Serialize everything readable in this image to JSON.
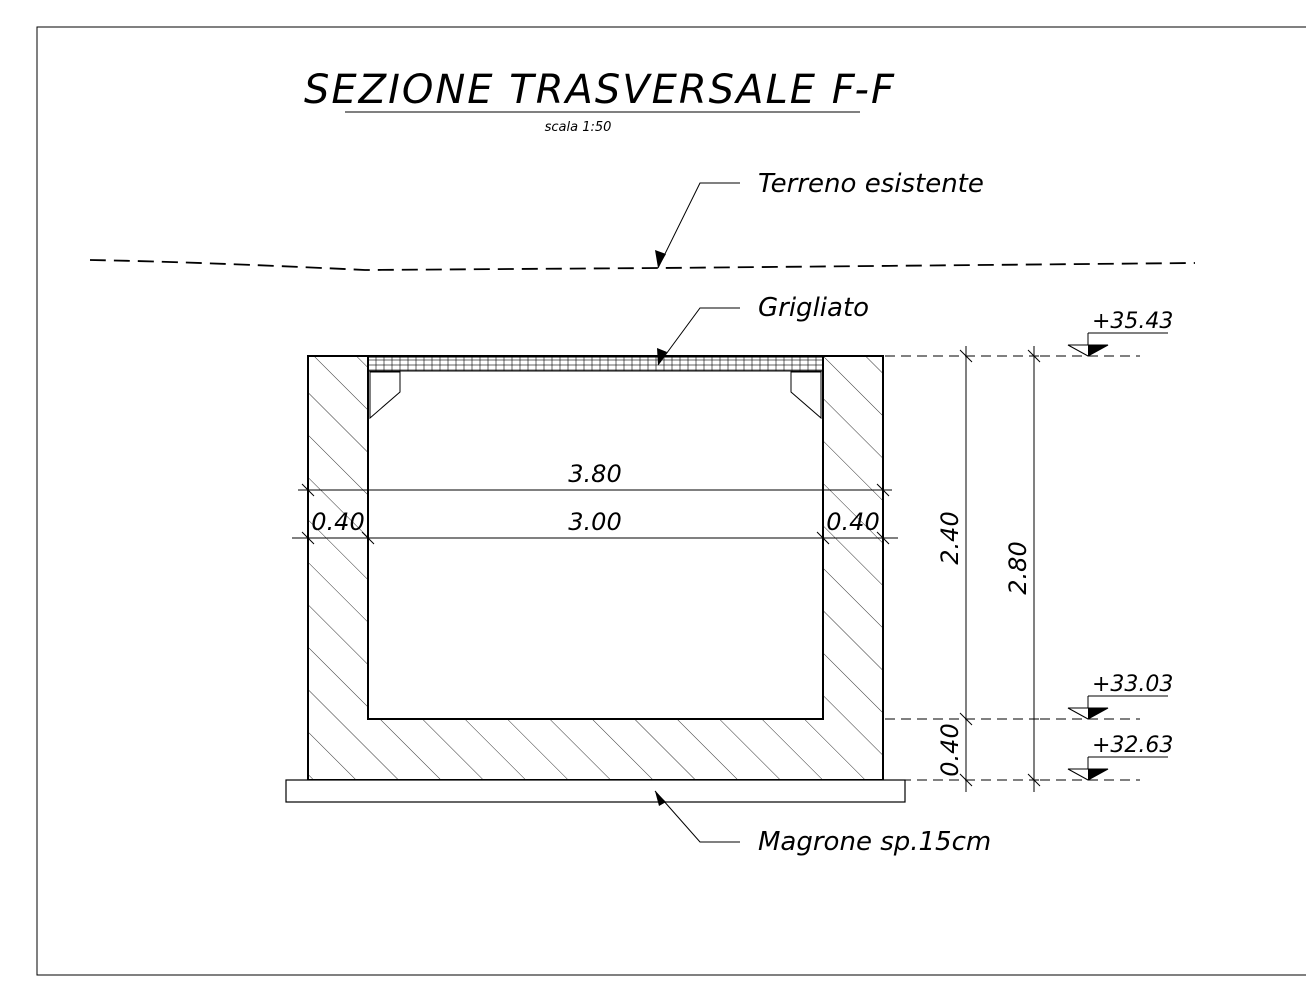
{
  "title": "SEZIONE TRASVERSALE F-F",
  "scale": "scala 1:50",
  "labels": {
    "ground": "Terreno esistente",
    "grating": "Grigliato",
    "lean_concrete": "Magrone sp.15cm"
  },
  "dimensions": {
    "overall_width": "3.80",
    "inner_width": "3.00",
    "left_wall": "0.40",
    "right_wall": "0.40",
    "inner_height": "2.40",
    "total_height": "2.80",
    "base_thickness": "0.40"
  },
  "elevations": {
    "top": "+35.43",
    "inner_bottom": "+33.03",
    "base_bottom": "+32.63"
  }
}
